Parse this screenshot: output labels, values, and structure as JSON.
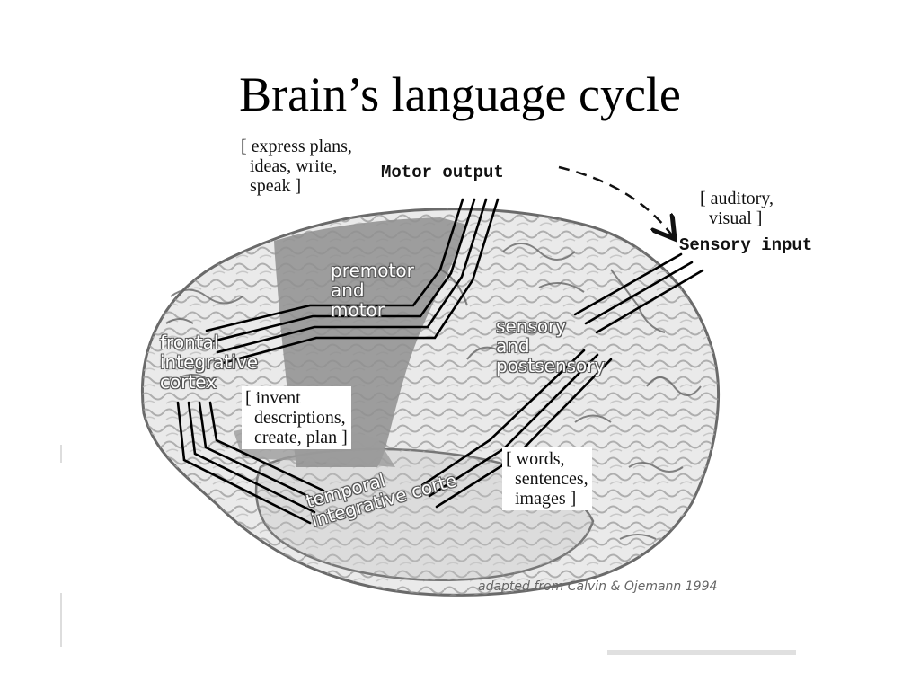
{
  "title": "Brain’s language cycle",
  "annotations": {
    "express": "[ express plans,\n  ideas, write,\n  speak ]",
    "auditory": "[ auditory,\n  visual ]",
    "invent": "[ invent\n  descriptions,\n  create, plan ]",
    "words": "[ words,\n  sentences,\n  images ]"
  },
  "stages": {
    "motor_output": "Motor output",
    "sensory_input": "Sensory input"
  },
  "regions": {
    "premotor": "premotor\nand\nmotor",
    "frontal": "frontal\nintegrative\ncortex",
    "sensory": "sensory\nand\npostsensory",
    "temporal": "temporal\nintegrative corte"
  },
  "credit": "adapted from Calvin & Ojemann 1994"
}
